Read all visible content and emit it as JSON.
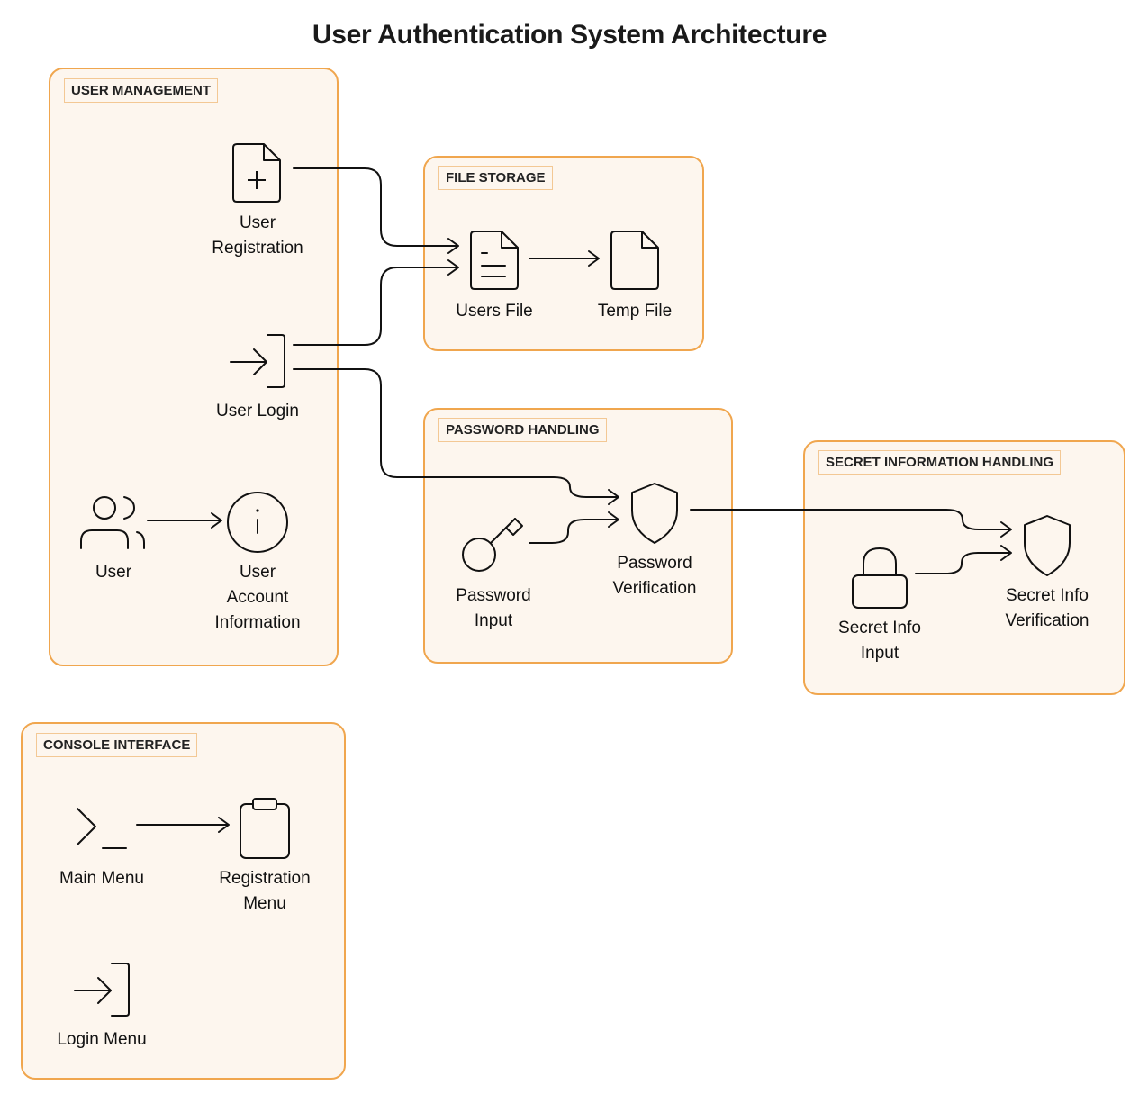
{
  "title": "User Authentication System Architecture",
  "groups": {
    "user_management": "USER MANAGEMENT",
    "file_storage": "FILE STORAGE",
    "password_handling": "PASSWORD HANDLING",
    "secret_info_handling": "SECRET INFORMATION HANDLING",
    "console_interface": "CONSOLE INTERFACE"
  },
  "nodes": {
    "user_registration": {
      "line1": "User",
      "line2": "Registration",
      "icon": "file-plus-icon"
    },
    "user_login": {
      "line1": "User Login",
      "icon": "login-icon"
    },
    "user": {
      "line1": "User",
      "icon": "users-icon"
    },
    "user_account_info": {
      "line1": "User",
      "line2": "Account",
      "line3": "Information",
      "icon": "info-icon"
    },
    "users_file": {
      "line1": "Users File",
      "icon": "file-text-icon"
    },
    "temp_file": {
      "line1": "Temp File",
      "icon": "file-icon"
    },
    "password_input": {
      "line1": "Password",
      "line2": "Input",
      "icon": "key-icon"
    },
    "password_verification": {
      "line1": "Password",
      "line2": "Verification",
      "icon": "shield-icon"
    },
    "secret_info_input": {
      "line1": "Secret Info",
      "line2": "Input",
      "icon": "lock-icon"
    },
    "secret_info_verification": {
      "line1": "Secret Info",
      "line2": "Verification",
      "icon": "shield-icon"
    },
    "main_menu": {
      "line1": "Main Menu",
      "icon": "terminal-icon"
    },
    "registration_menu": {
      "line1": "Registration",
      "line2": "Menu",
      "icon": "clipboard-icon"
    },
    "login_menu": {
      "line1": "Login Menu",
      "icon": "login-icon"
    }
  },
  "colors": {
    "group_border": "#f0a64e",
    "group_fill": "#fdf6ee",
    "stroke": "#111111"
  }
}
